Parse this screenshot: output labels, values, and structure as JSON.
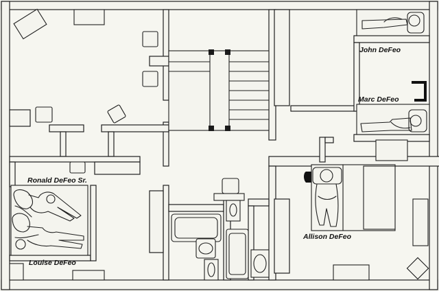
{
  "floor_plan": {
    "labels": {
      "john": "John DeFeo",
      "marc": "Marc DeFeo",
      "allison": "Allison DeFeo",
      "ronald": "Ronald DeFeo Sr.",
      "louise": "Louise DeFeo"
    }
  }
}
